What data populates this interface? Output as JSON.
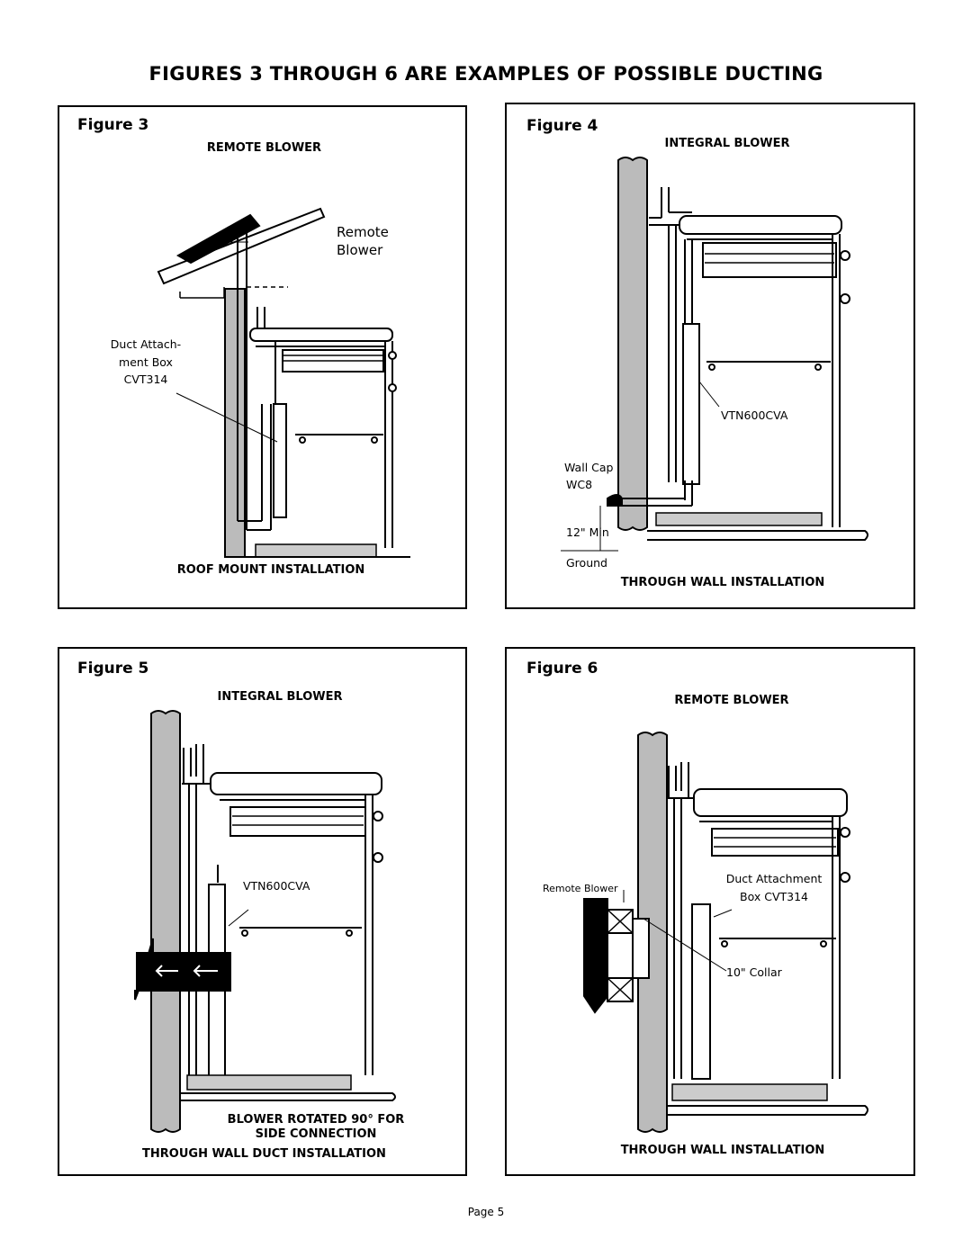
{
  "title": "FIGURES 3 THROUGH 6 ARE EXAMPLES OF POSSIBLE DUCTING",
  "figures": [
    {
      "label": "Figure 3",
      "heading": "REMOTE BLOWER",
      "callouts": [
        "Remote",
        "Blower",
        "Duct Attach-",
        "ment  Box",
        "CVT314"
      ],
      "caption": "ROOF MOUNT  INSTALLATION"
    },
    {
      "label": "Figure 4",
      "heading": "INTEGRAL BLOWER",
      "callouts": [
        "VTN600CVA",
        "Wall Cap",
        "WC8",
        "12\" Min",
        "Ground"
      ],
      "caption": "THROUGH WALL INSTALLATION"
    },
    {
      "label": "Figure 5",
      "heading": "INTEGRAL BLOWER",
      "callouts": [
        "VTN600CVA"
      ],
      "caption_lines": [
        "BLOWER ROTATED 90° FOR",
        "SIDE CONNECTION",
        "THROUGH WALL DUCT INSTALLATION"
      ]
    },
    {
      "label": "Figure 6",
      "heading": "REMOTE BLOWER",
      "callouts": [
        "Remote Blower",
        "Duct Attachment",
        "Box  CVT314",
        "10\" Collar"
      ],
      "caption": "THROUGH WALL INSTALLATION"
    }
  ],
  "page": "Page 5"
}
